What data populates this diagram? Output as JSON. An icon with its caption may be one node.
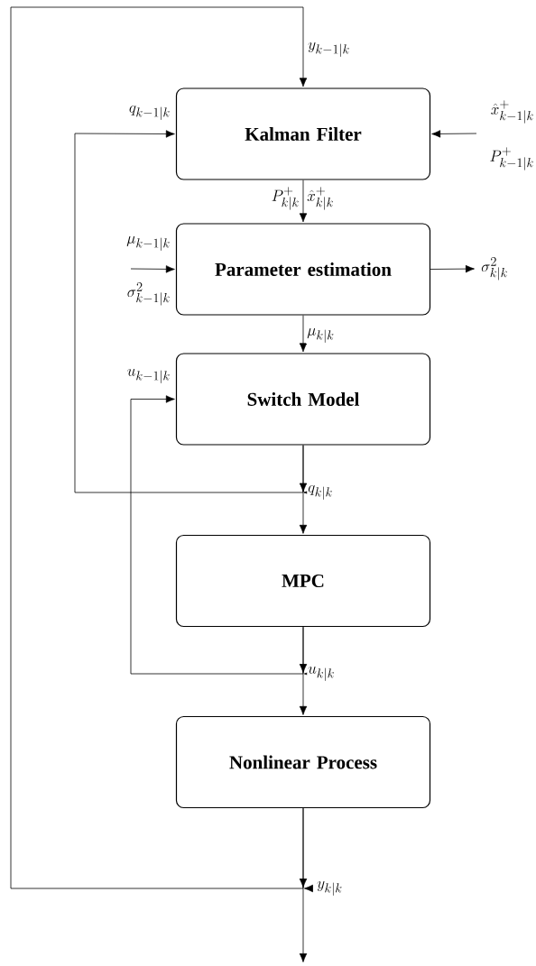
{
  "diagram": {
    "nodes": [
      {
        "text": [
          "Kalman Filter"
        ]
      },
      {
        "text": [
          "Parameter estimation"
        ]
      },
      {
        "text": [
          "Switch Model"
        ]
      },
      {
        "text": [
          "MPC"
        ]
      },
      {
        "text": [
          "Nonlinear Process"
        ]
      }
    ],
    "edges": [
      {
        "from": 0,
        "to": 1,
        "arrow": "to",
        "label": "P^{+}_{k|k}"
      },
      {
        "from": null,
        "to": 0,
        "arrow": "to",
        "label": "\\hat{x}^{+}_{k-1|k}"
      },
      {
        "from": null,
        "to": 1,
        "arrow": "to",
        "label": "\\mu_{k-1|k}"
      },
      {
        "from": 1,
        "to": null,
        "arrow": "to",
        "label": "\\sigma^{2}_{k|k}"
      },
      {
        "from": 1,
        "to": 2,
        "arrow": "to",
        "label": "\\mu_{k|k}"
      },
      {
        "from": 2,
        "to": 3,
        "arrow": "to",
        "label": "q_{k|k}"
      },
      {
        "from": 2,
        "to": 0,
        "arrow": "to",
        "label": "q_{k-1|k}"
      },
      {
        "from": 3,
        "to": 4,
        "arrow": "to",
        "label": "u_{k|k}"
      },
      {
        "from": 3,
        "to": 2,
        "arrow": "to",
        "label": "u_{k-1|k}"
      },
      {
        "from": 4,
        "to": 0,
        "arrow": "to",
        "label": "y_{k-1|k}"
      },
      {
        "from": 4,
        "to": null,
        "arrow": "to",
        "label": "y_{k|k}"
      }
    ],
    "labels": [
      "\\hat{x}^{+}_{k|k}",
      "P^{+}_{k-1|k}",
      "\\sigma^{2}_{k-1|k}"
    ]
  }
}
